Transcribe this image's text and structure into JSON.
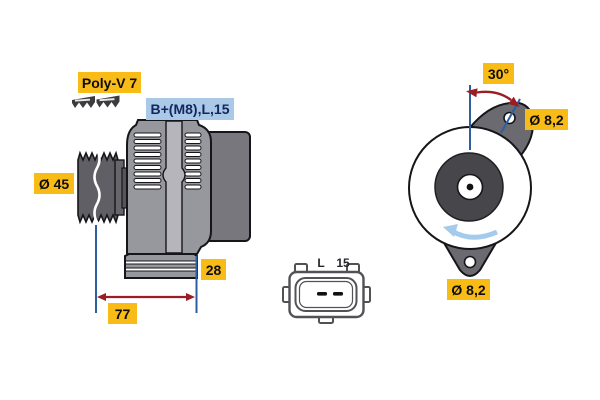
{
  "diagram": {
    "title_hint": "alternator technical drawing",
    "side_view": {
      "belt_type": "Poly-V 7",
      "terminals": "B+(M8),L,15",
      "pulley_diameter": "Ø 45",
      "dim_depth": "28",
      "dim_length": "77"
    },
    "connector": {
      "pin_left": "L",
      "pin_right": "15"
    },
    "front_view": {
      "mount_angle": "30°",
      "hole_top": "Ø 8,2",
      "hole_bottom": "Ø 8,2"
    },
    "icons": {
      "belt_profile": "poly-v-belt-profile-icon",
      "rotation": "rotation-direction-ccw-arrow",
      "angle_arc": "angle-measure-arrow",
      "dimension_arrow": "length-dimension-arrow"
    },
    "colors": {
      "label_yellow": "#f9bb16",
      "label_blue": "#aac9e9",
      "label_blue_text": "#14265a",
      "dimension_blue": "#2d5f9e",
      "arrow_red": "#9c1c23",
      "rotation_arrow_blue": "#a5cbec",
      "body_gray": "#97979e",
      "housing_dark_gray": "#77777d",
      "pulley_dark_gray": "#5f5f65",
      "inner_rotor_dark": "#47474b"
    }
  }
}
